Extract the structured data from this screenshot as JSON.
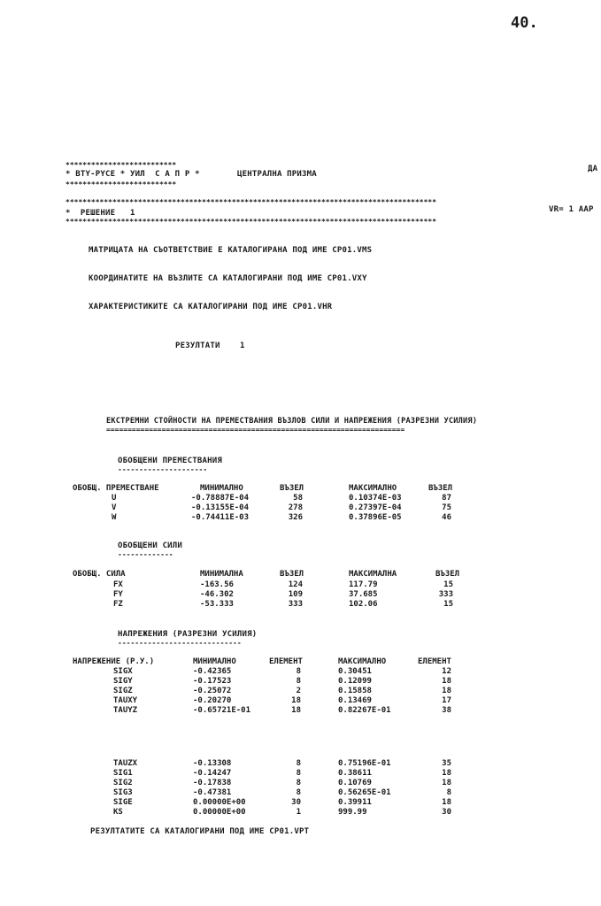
{
  "page_number": "40.",
  "header": {
    "stars_line": "**************************",
    "title_line": "* BTY-PYCE * УИЛ  С А П Р *",
    "subtitle": "ЦЕНТРАЛНА ПРИЗМА",
    "right_fragment": "ДА",
    "long_stars": "***************************************************************************************",
    "solution_label": "*  РЕШЕНИЕ   1",
    "version_fragment": "VR= 1 AAP"
  },
  "messages": [
    "МАТРИЦАТА НА СЪОТВЕТСТВИЕ Е КАТАЛОГИРАНА ПОД ИМЕ CP01.VMS",
    "КООРДИНАТИТЕ НА ВЪЗЛИТЕ СА КАТАЛОГИРАНИ ПОД ИМЕ CP01.VXY",
    "ХАРАКТЕРИСТИКИТЕ СА КАТАЛОГИРАНИ ПОД ИМЕ CP01.VHR"
  ],
  "results_label": "РЕЗУЛТАТИ    1",
  "section_title": "ЕКСТРЕМНИ СТОЙНОСТИ НА ПРЕМЕСТВАНИЯ ВЪЗЛОВ СИЛИ И НАПРЕЖЕНИЯ (РАЗРЕЗНИ УСИЛИЯ)",
  "section_underline": "======================================================================",
  "displacements": {
    "title": "ОБОБЩЕНИ ПРЕМЕСТВАНИЯ",
    "underline": "---------------------",
    "headers": [
      "ОБОБЩ. ПРЕМЕСТВАНЕ",
      "МИНИМАЛНО",
      "ВЪЗЕЛ",
      "МАКСИМАЛНО",
      "ВЪЗЕЛ"
    ],
    "rows": [
      [
        "U",
        "-0.78887E-04",
        "58",
        "0.10374E-03",
        "87"
      ],
      [
        "V",
        "-0.13155E-04",
        "278",
        "0.27397E-04",
        "75"
      ],
      [
        "W",
        "-0.74411E-03",
        "326",
        "0.37896E-05",
        "46"
      ]
    ]
  },
  "forces": {
    "title": "ОБОБЩЕНИ СИЛИ",
    "underline": "-------------",
    "headers": [
      "ОБОБЩ. СИЛА",
      "МИНИМАЛНА",
      "ВЪЗЕЛ",
      "МАКСИМАЛНА",
      "ВЪЗЕЛ"
    ],
    "rows": [
      [
        "FX",
        "-163.56",
        "124",
        "117.79",
        "15"
      ],
      [
        "FY",
        "-46.302",
        "109",
        "37.685",
        "333"
      ],
      [
        "FZ",
        "-53.333",
        "333",
        "102.06",
        "15"
      ]
    ]
  },
  "stresses": {
    "title": "НАПРЕЖЕНИЯ (РАЗРЕЗНИ УСИЛИЯ)",
    "underline": "-----------------------------",
    "headers": [
      "НАПРЕЖЕНИЕ (Р.У.)",
      "МИНИМАЛНО",
      "ЕЛЕМЕНТ",
      "МАКСИМАЛНО",
      "ЕЛЕМЕНТ"
    ],
    "rows_a": [
      [
        "SIGX",
        "-0.42365",
        "8",
        "0.30451",
        "12"
      ],
      [
        "SIGY",
        "-0.17523",
        "8",
        "0.12099",
        "18"
      ],
      [
        "SIGZ",
        "-0.25072",
        "2",
        "0.15858",
        "18"
      ],
      [
        "TAUXY",
        "-0.20270",
        "18",
        "0.13469",
        "17"
      ],
      [
        "TAUYZ",
        "-0.65721E-01",
        "18",
        "0.82267E-01",
        "38"
      ]
    ],
    "rows_b": [
      [
        "TAUZX",
        "-0.13308",
        "8",
        "0.75196E-01",
        "35"
      ],
      [
        "SIG1",
        "-0.14247",
        "8",
        "0.38611",
        "18"
      ],
      [
        "SIG2",
        "-0.17838",
        "8",
        "0.10769",
        "18"
      ],
      [
        "SIG3",
        "-0.47381",
        "8",
        "0.56265E-01",
        "8"
      ],
      [
        "SIGE",
        "0.00000E+00",
        "30",
        "0.39911",
        "18"
      ],
      [
        "KS",
        "0.00000E+00",
        "1",
        "999.99",
        "30"
      ]
    ]
  },
  "footer_message": "РЕЗУЛТАТИТЕ СА КАТАЛОГИРАНИ ПОД ИМЕ CP01.VPT"
}
